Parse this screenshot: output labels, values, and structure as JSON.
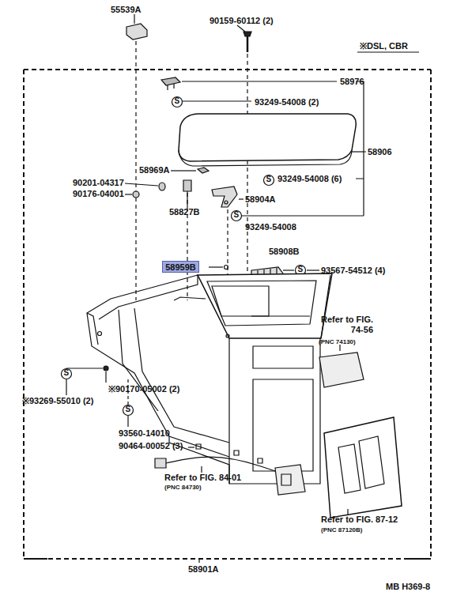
{
  "diagram": {
    "nodes": [
      {
        "text": [
          "58959B"
        ]
      }
    ],
    "labels": [
      "55539A",
      "90159-60112 (2)",
      "※DSL, CBR",
      "58976",
      "S",
      "93249-54008 (2)",
      "58906",
      "58969A",
      "90201-04317",
      "90176-04001",
      "S",
      "93249-54008 (6)",
      "58904A",
      "58827B",
      "S",
      "93249-54008",
      "58908B",
      "S",
      "93567-54512 (4)",
      "Refer to FIG. 74-56",
      "(PNC 74130)",
      "S",
      "※90170-05002 (2)",
      "※93269-55010 (2)",
      "S",
      "93560-14010",
      "90464-00052 (3)",
      "Refer to FIG. 84-01",
      "(PNC 84730)",
      "Refer to FIG. 87-12",
      "(PNC 87120B)",
      "58901A",
      "MB H369-8"
    ]
  }
}
